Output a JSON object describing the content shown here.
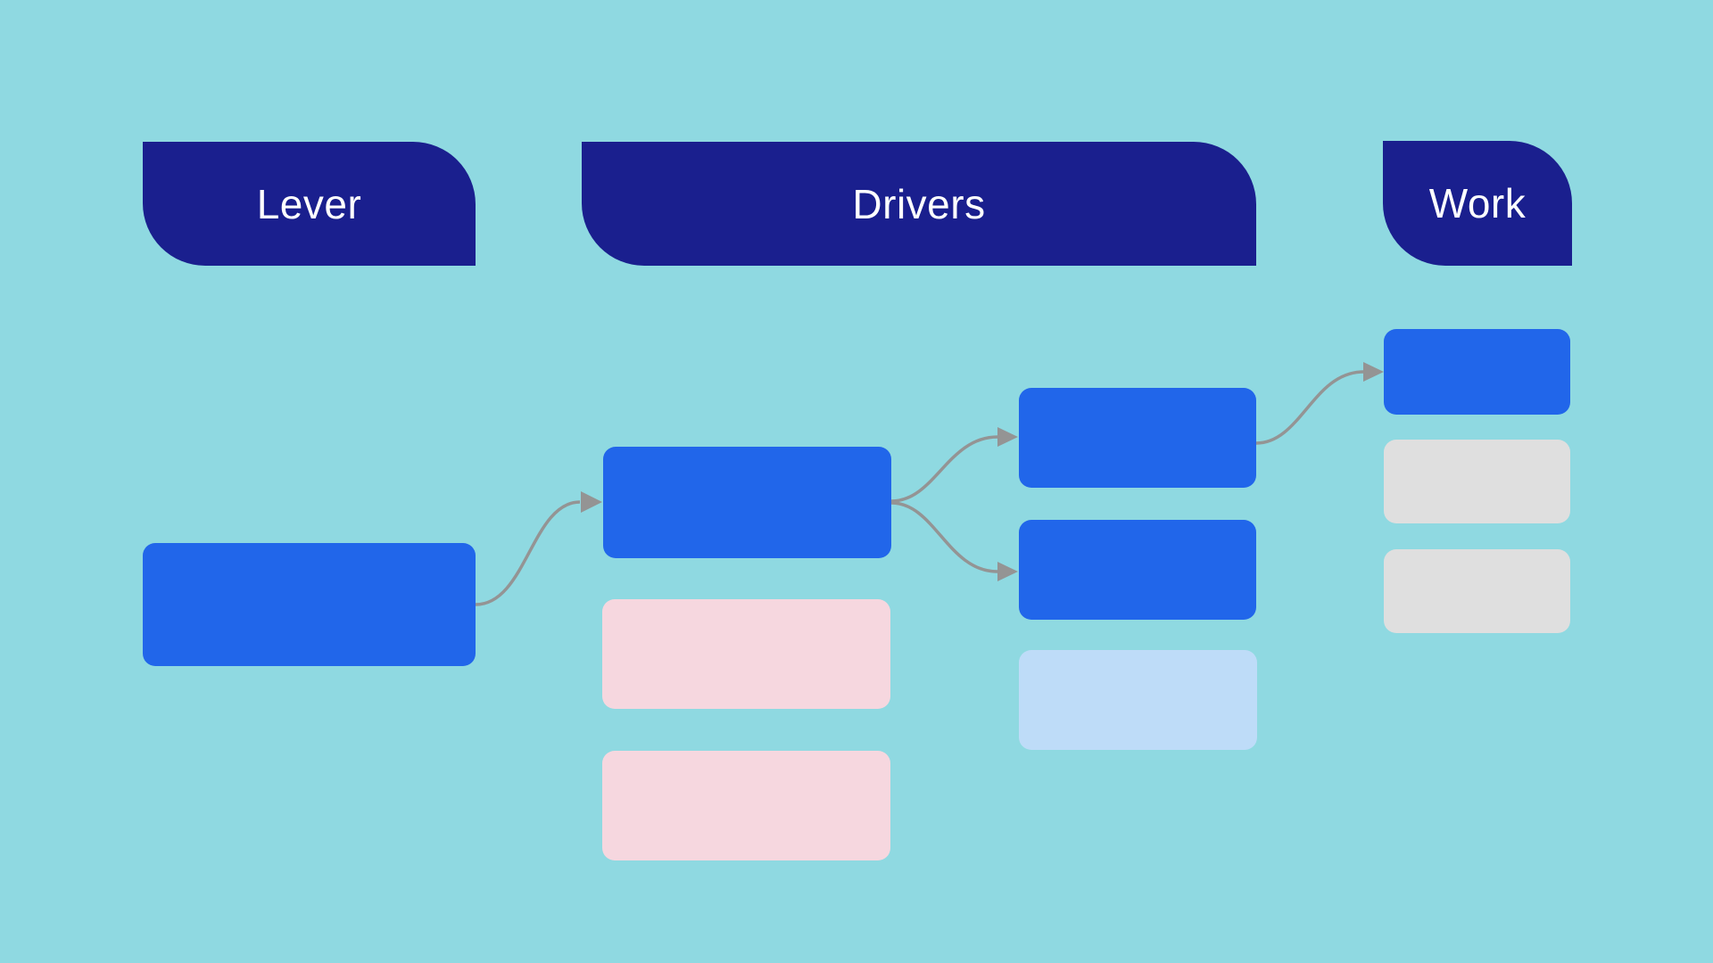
{
  "diagram": {
    "headers": {
      "lever": "Lever",
      "drivers": "Drivers",
      "work": "Work"
    },
    "columns": [
      {
        "id": "lever",
        "label": "Lever"
      },
      {
        "id": "drivers",
        "label": "Drivers"
      },
      {
        "id": "work",
        "label": "Work"
      }
    ],
    "nodes": [
      {
        "id": "lever-node",
        "column": "lever",
        "state": "active",
        "color": "#2166ea"
      },
      {
        "id": "driver-main",
        "column": "drivers",
        "state": "active",
        "color": "#2166ea"
      },
      {
        "id": "driver-alt-1",
        "column": "drivers",
        "state": "inactive",
        "color": "#f6d7df"
      },
      {
        "id": "driver-alt-2",
        "column": "drivers",
        "state": "inactive",
        "color": "#f6d7df"
      },
      {
        "id": "sub-driver-top",
        "column": "drivers",
        "state": "active",
        "color": "#2166ea"
      },
      {
        "id": "sub-driver-bottom",
        "column": "drivers",
        "state": "active",
        "color": "#2166ea"
      },
      {
        "id": "sub-driver-extra",
        "column": "drivers",
        "state": "muted",
        "color": "#bedcf8"
      },
      {
        "id": "work-active",
        "column": "work",
        "state": "active",
        "color": "#2166ea"
      },
      {
        "id": "work-alt-1",
        "column": "work",
        "state": "inactive",
        "color": "#dfdfdf"
      },
      {
        "id": "work-alt-2",
        "column": "work",
        "state": "inactive",
        "color": "#dfdfdf"
      }
    ],
    "edges": [
      {
        "from": "lever-node",
        "to": "driver-main"
      },
      {
        "from": "driver-main",
        "to": "sub-driver-top"
      },
      {
        "from": "driver-main",
        "to": "sub-driver-bottom"
      },
      {
        "from": "sub-driver-top",
        "to": "work-active"
      }
    ]
  },
  "palette": {
    "background": "#8fd9e1",
    "header_navy": "#1a1f8e",
    "header_text": "#ffffff",
    "node_blue": "#2166ea",
    "node_pink": "#f6d7df",
    "node_light_blue": "#bedcf8",
    "node_gray": "#dfdfdf",
    "arrow_gray": "#949494"
  }
}
